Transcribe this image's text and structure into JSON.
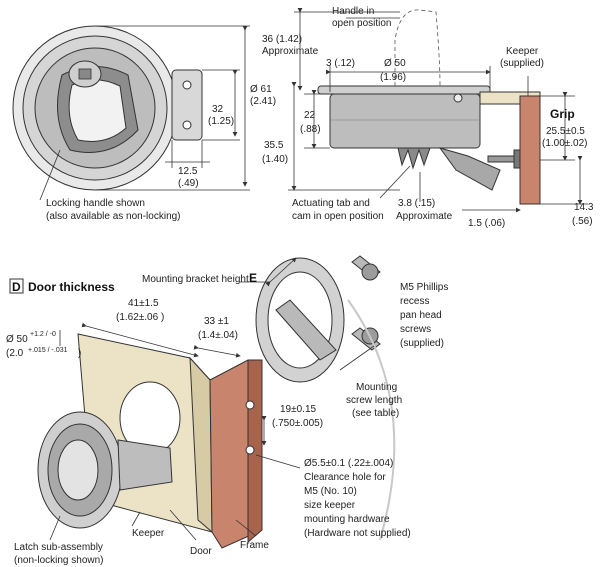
{
  "top_left": {
    "label_diameter": "Ø 61",
    "label_diameter_in": "(2.41)",
    "label_height": "32",
    "label_height_in": "(1.25)",
    "label_width": "12.5",
    "label_width_in": "(.49)",
    "note_line1": "Locking handle shown",
    "note_line2": "(also available as non-locking)"
  },
  "top_right": {
    "handle_open_1": "Handle in",
    "handle_open_2": "open position",
    "approx_36": "36 (1.42)",
    "approx_36_b": "Approximate",
    "dim_3": "3 (.12)",
    "dim_50": "Ø 50",
    "dim_50_in": "(1.96)",
    "keeper_1": "Keeper",
    "keeper_2": "(supplied)",
    "grip_title": "Grip",
    "grip_val": "25.5±0.5",
    "grip_val_in": "(1.00±.02)",
    "dim_22": "22",
    "dim_22_in": "(.88)",
    "dim_35": "35.5",
    "dim_35_in": "(1.40)",
    "tab_1": "Actuating tab and",
    "tab_2": "cam in open position",
    "dim_38": "3.8 (.15)",
    "dim_38_b": "Approximate",
    "dim_15": "1.5 (.06)",
    "dim_143": "14.3",
    "dim_143_in": "(.56)"
  },
  "bottom": {
    "legend_letter": "D",
    "legend_text": "Door thickness",
    "bracket_height": "Mounting bracket height",
    "bracket_letter": "E",
    "dim_41": "41±1.5",
    "dim_41_in": "(1.62±.06 )",
    "dim_33": "33 ±1",
    "dim_33_in": "(1.4±.04)",
    "dia_50": "Ø 50",
    "dia_50_tol": "+1.2 / -0",
    "dia_50_in": "(2.0",
    "dia_50_tol_in": "+.015 / -.031",
    "dia_50_close": ")",
    "screws_1": "M5 Phillips",
    "screws_2": "recess",
    "screws_3": "pan head",
    "screws_4": "screws",
    "screws_5": "(supplied)",
    "screw_len_1": "Mounting",
    "screw_len_2": "screw length",
    "screw_len_3": "(see table)",
    "dim_19": "19±0.15",
    "dim_19_in": "(.750±.005)",
    "hole_1": "Ø5.5±0.1 (.22±.004)",
    "hole_2": "Clearance hole for",
    "hole_3": "M5 (No. 10)",
    "hole_4": "size keeper",
    "hole_5": "mounting hardware",
    "hole_6": "(Hardware not supplied)",
    "latch_1": "Latch sub-assembly",
    "latch_2": "(non-locking shown)",
    "keeper": "Keeper",
    "door": "Door",
    "frame": "Frame"
  }
}
